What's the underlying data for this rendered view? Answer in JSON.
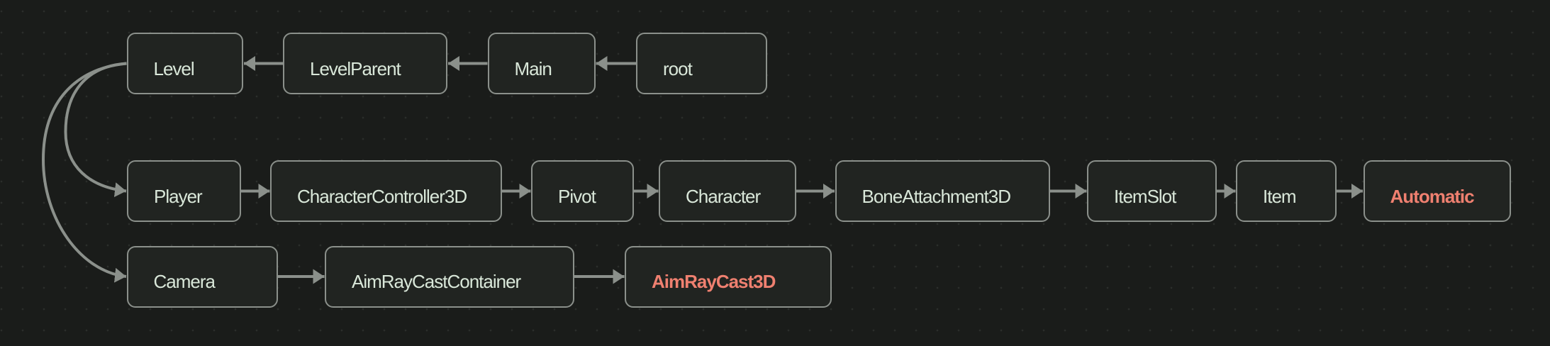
{
  "diagram": {
    "type": "scene-tree-graph",
    "colors": {
      "bg": "#1a1c1a",
      "dot": "#2b2e2b",
      "node-fill": "#212421",
      "stroke": "#8b908b",
      "text": "#d9e7d9",
      "accent": "#ef8070"
    },
    "nodes": {
      "level": {
        "label": "Level"
      },
      "levelparent": {
        "label": "LevelParent"
      },
      "main": {
        "label": "Main"
      },
      "root": {
        "label": "root"
      },
      "player": {
        "label": "Player"
      },
      "charactercontroller3d": {
        "label": "CharacterController3D"
      },
      "pivot": {
        "label": "Pivot"
      },
      "character": {
        "label": "Character"
      },
      "boneattachment3d": {
        "label": "BoneAttachment3D"
      },
      "itemslot": {
        "label": "ItemSlot"
      },
      "item": {
        "label": "Item"
      },
      "automatic": {
        "label": "Automatic",
        "accent": true
      },
      "camera": {
        "label": "Camera"
      },
      "aimraycastcontainer": {
        "label": "AimRayCastContainer"
      },
      "aimraycast3d": {
        "label": "AimRayCast3D",
        "accent": true
      }
    },
    "edges": [
      {
        "from": "LevelParent",
        "to": "Level"
      },
      {
        "from": "Main",
        "to": "LevelParent"
      },
      {
        "from": "root",
        "to": "Main"
      },
      {
        "from": "Level",
        "to": "Player"
      },
      {
        "from": "Level",
        "to": "Camera"
      },
      {
        "from": "Player",
        "to": "CharacterController3D"
      },
      {
        "from": "CharacterController3D",
        "to": "Pivot"
      },
      {
        "from": "Pivot",
        "to": "Character"
      },
      {
        "from": "Character",
        "to": "BoneAttachment3D"
      },
      {
        "from": "BoneAttachment3D",
        "to": "ItemSlot"
      },
      {
        "from": "ItemSlot",
        "to": "Item"
      },
      {
        "from": "Item",
        "to": "Automatic"
      },
      {
        "from": "Camera",
        "to": "AimRayCastContainer"
      },
      {
        "from": "AimRayCastContainer",
        "to": "AimRayCast3D"
      }
    ]
  }
}
